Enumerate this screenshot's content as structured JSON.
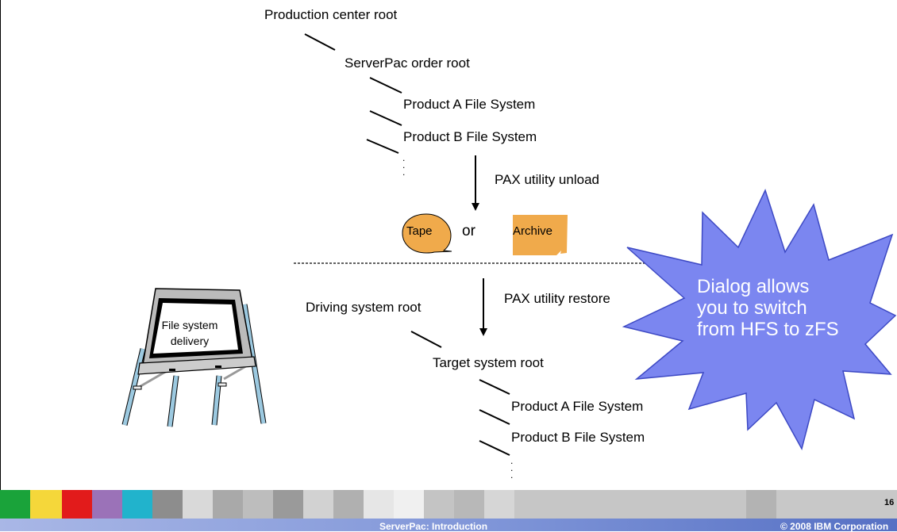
{
  "tree_top": {
    "production_root": "Production center root",
    "order_root": "ServerPac order root",
    "product_a": "Product A File System",
    "product_b": "Product B File System"
  },
  "unload": {
    "label": "PAX utility unload",
    "tape": "Tape",
    "or": "or",
    "archive": "Archive"
  },
  "restore": {
    "label": "PAX utility restore"
  },
  "tree_bottom": {
    "driving_root": "Driving system root",
    "target_root": "Target system root",
    "product_a": "Product A File System",
    "product_b": "Product B File System"
  },
  "easel": {
    "label": "File system delivery"
  },
  "callout": {
    "text": "Dialog allows you to switch from HFS to zFS",
    "fill_color": "#7b86f0"
  },
  "footer": {
    "title": "ServerPac: Introduction",
    "copyright": "© 2008 IBM Corporation",
    "page": "16"
  },
  "colors": {
    "tape_archive": "#f0aa4b",
    "footer_bar": "#7f95d8"
  }
}
